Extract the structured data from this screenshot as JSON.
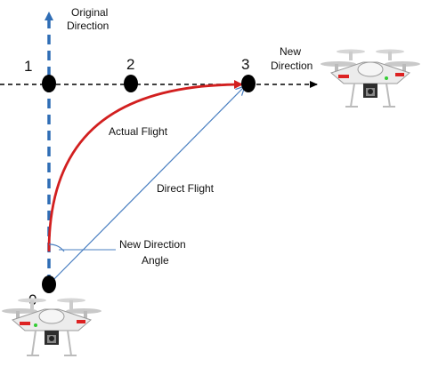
{
  "labels": {
    "original_direction": [
      "Original",
      "Direction"
    ],
    "new_direction": [
      "New",
      "Direction"
    ],
    "actual_flight": "Actual Flight",
    "direct_flight": "Direct Flight",
    "new_direction_angle": [
      "New Direction",
      "Angle"
    ]
  },
  "waypoints": [
    "0",
    "1",
    "2",
    "3"
  ],
  "colors": {
    "original_axis": "#2f6db5",
    "new_axis": "#000000",
    "actual_flight": "#d21f1f",
    "direct_flight": "#4a7fc1",
    "waypoint": "#000000"
  },
  "icons": [
    "drone-icon-top-right",
    "drone-icon-bottom-left"
  ]
}
